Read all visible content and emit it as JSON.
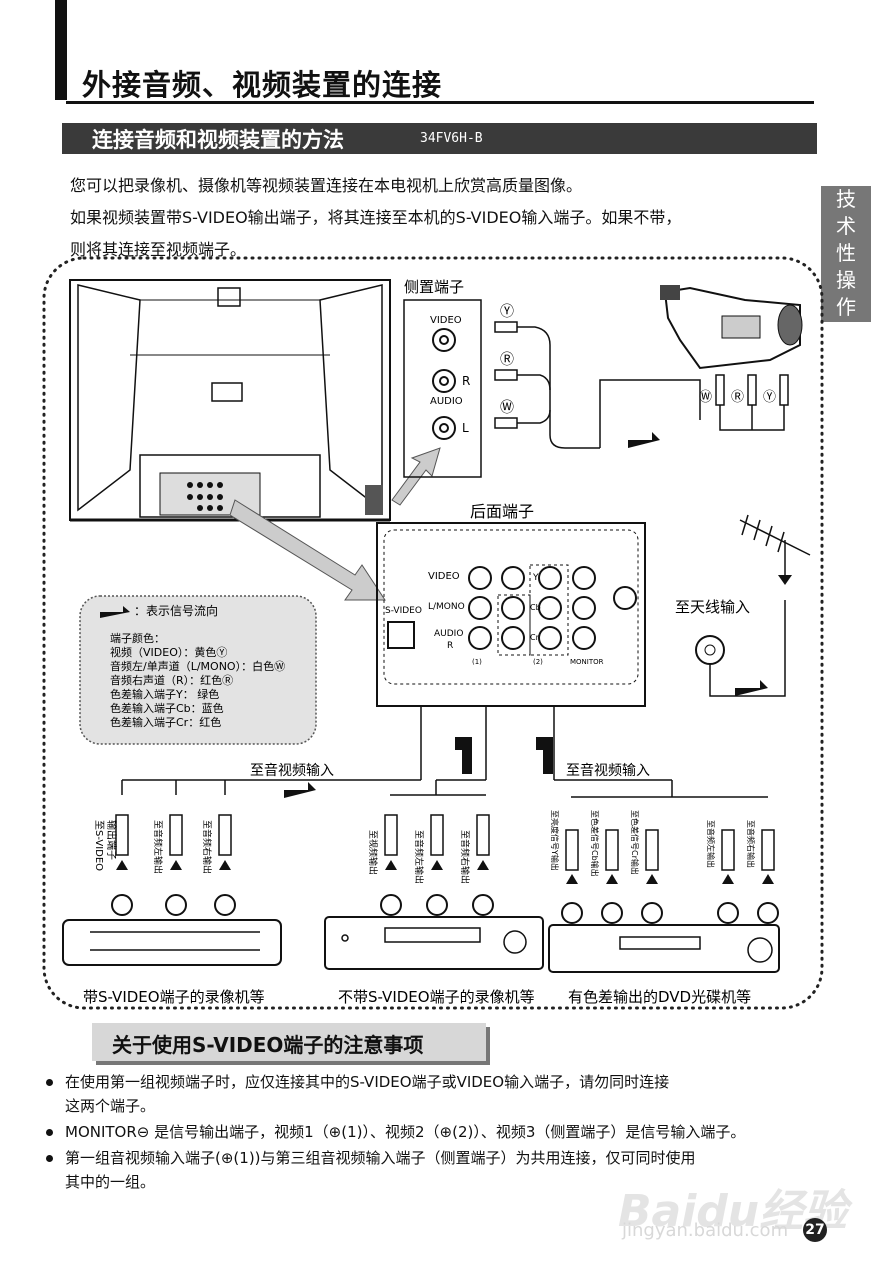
{
  "page": {
    "title": "外接音频、视频装置的连接",
    "section1": {
      "title": "连接音频和视频装置的方法",
      "model": "34FV6H-B"
    },
    "intro": [
      "您可以把录像机、摄像机等视频装置连接在本电视机上欣赏高质量图像。",
      "如果视频装置带S-VIDEO输出端子，将其连接至本机的S-VIDEO输入端子。如果不带，",
      "则将其连接至视频端子。"
    ],
    "side_tab": [
      "技",
      "术",
      "性",
      "操",
      "作"
    ],
    "page_number": "27"
  },
  "diagram": {
    "side_panel_title": "侧置端子",
    "side_labels": {
      "video": "VIDEO",
      "r": "R",
      "audio": "AUDIO",
      "l": "L"
    },
    "plug_marks": [
      "Ⓨ",
      "Ⓡ",
      "Ⓦ"
    ],
    "camera_plugs": [
      "Ⓦ",
      "Ⓡ",
      "Ⓨ"
    ],
    "rear_panel_title": "后面端子",
    "rear_labels": {
      "video": "VIDEO",
      "svideo": "S-VIDEO",
      "lmono": "L/MONO",
      "audio": "AUDIO",
      "r": "R",
      "y": "Y",
      "cb": "Cb",
      "cr": "Cr",
      "g1": "(1)",
      "g2": "(2)",
      "monitor": "MONITOR"
    },
    "antenna_label": "至天线输入",
    "legend": {
      "arrow_text": "：表示信号流向",
      "lines": [
        "端子颜色：",
        "视频（VIDEO）：黄色Ⓨ",
        "音频左/单声道（L/MONO）：白色Ⓦ",
        "音频右声道（R）：红色Ⓡ",
        "色差输入端子Y： 绿色",
        "色差输入端子Cb：蓝色",
        "色差输入端子Cr：红色"
      ]
    },
    "to_av_input_1": "至音视频输入",
    "to_av_input_2": "至音视频输入",
    "dev1": {
      "labels": [
        "至S-VIDEO",
        "输出端子",
        "至音频左输出",
        "至音频右输出"
      ],
      "caption": "带S-VIDEO端子的录像机等"
    },
    "dev2": {
      "labels": [
        "至视频输出",
        "至音频左输出",
        "至音频右输出"
      ],
      "caption": "不带S-VIDEO端子的录像机等"
    },
    "dev3": {
      "labels": [
        "至亮度信号Y输出",
        "至色差信号Cb输出",
        "至色差信号Cr输出",
        "至音频左输出",
        "至音频右输出"
      ],
      "caption": "有色差输出的DVD光碟机等"
    }
  },
  "section2": {
    "title": "关于使用S-VIDEO端子的注意事项",
    "bullets": [
      {
        "line1": "在使用第一组视频端子时，应仅连接其中的S-VIDEO端子或VIDEO输入端子，请勿同时连接",
        "line2": "这两个端子。"
      },
      {
        "line1": "MONITOR⊖ 是信号输出端子，视频1（⊕(1)）、视频2（⊕(2)）、视频3（侧置端子）是信号输入端子。",
        "line2": ""
      },
      {
        "line1": "第一组音视频输入端子(⊕(1))与第三组音视频输入端子（侧置端子）为共用连接，仅可同时使用",
        "line2": "其中的一组。"
      }
    ]
  },
  "watermark": {
    "logo": "Baidu经验",
    "url": "jingyan.baidu.com"
  }
}
